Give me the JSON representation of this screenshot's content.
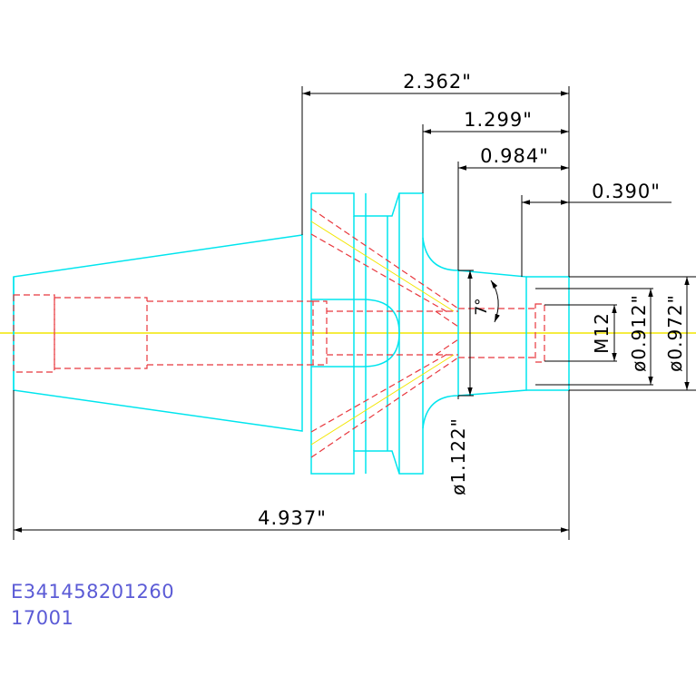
{
  "dimensions": {
    "flange_to_end": "2.362\"",
    "collar_to_end": "1.299\"",
    "neck_to_end": "0.984\"",
    "nose_length": "0.390\"",
    "overall_length": "4.937\"",
    "neck_diameter": "ø1.122\"",
    "nose_diameter_a": "ø0.912\"",
    "nose_diameter_b": "ø0.972\"",
    "thread": "M12",
    "taper_angle": "7°"
  },
  "captions": {
    "part_number": "E341458201260",
    "drawing_code": "17001"
  },
  "colors": {
    "outline": "#00e5ee",
    "hidden": "#e8373d",
    "centerline": "#f2e600",
    "dimension": "#000000",
    "caption": "#5b5bd6"
  }
}
